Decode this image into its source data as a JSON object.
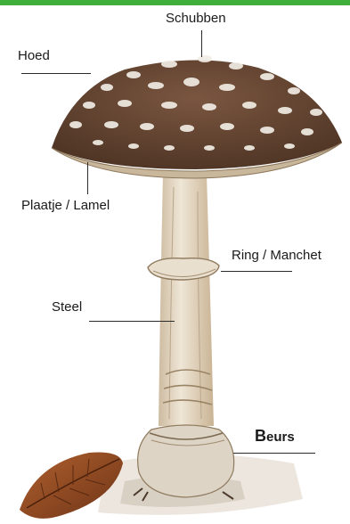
{
  "colors": {
    "top_bar": "#3fae3a",
    "cap_brown": "#6b4a36",
    "stem": "#e8dcc7",
    "scales": "#f1ece4"
  },
  "labels": {
    "schubben": "Schubben",
    "hoed": "Hoed",
    "plaatje_lamel": "Plaatje / Lamel",
    "ring_manchet": "Ring / Manchet",
    "steel": "Steel",
    "beurs": "Beurs"
  }
}
